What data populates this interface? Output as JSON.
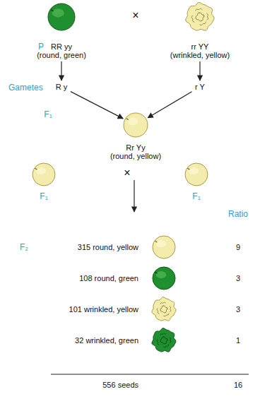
{
  "diagram": {
    "nodes": [
      {
        "text": [
          "RR yy",
          "(round, green)"
        ]
      },
      {
        "text": [
          "rr YY",
          "(wrinkled, yellow)"
        ]
      },
      {
        "text": [
          "R y"
        ]
      },
      {
        "text": [
          "r Y"
        ]
      },
      {
        "text": [
          "Rr Yy",
          "(round, yellow)"
        ]
      },
      {
        "text": [
          "F₁"
        ]
      },
      {
        "text": [
          "F₁"
        ]
      }
    ],
    "edges": [
      {
        "from": 0,
        "to": 2,
        "arrow": "to"
      },
      {
        "from": 1,
        "to": 3,
        "arrow": "to"
      },
      {
        "from": 2,
        "to": 4,
        "arrow": "to"
      },
      {
        "from": 3,
        "to": 4,
        "arrow": "to"
      }
    ],
    "labels": [
      "×",
      "P",
      "Gametes",
      "F₁",
      "×",
      "Ratio",
      "F₂",
      "315 round, yellow",
      "9",
      "108 round, green",
      "3",
      "101 wrinkled, yellow",
      "3",
      "32 wrinkled, green",
      "1",
      "556 seeds",
      "16"
    ]
  }
}
